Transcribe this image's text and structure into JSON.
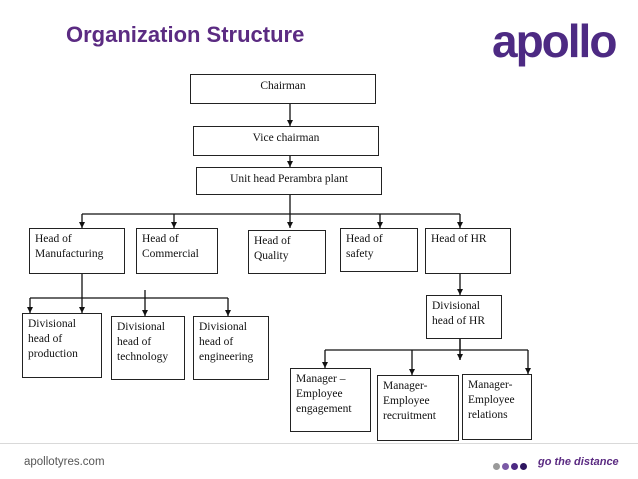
{
  "header": {
    "title": "Organization Structure",
    "logo_text": "apollo"
  },
  "org_chart": {
    "nodes": [
      {
        "id": "chairman",
        "text": "Chairman"
      },
      {
        "id": "vice_chairman",
        "text": "Vice chairman"
      },
      {
        "id": "unit_head",
        "text": "Unit head Perambra plant"
      },
      {
        "id": "head_manufacturing",
        "text": "Head of Manufacturing"
      },
      {
        "id": "head_commercial",
        "text": "Head of Commercial"
      },
      {
        "id": "head_quality",
        "text": "Head of Quality"
      },
      {
        "id": "head_safety",
        "text": "Head of safety"
      },
      {
        "id": "head_hr",
        "text": "Head of HR"
      },
      {
        "id": "div_production",
        "text": "Divisional head of production"
      },
      {
        "id": "div_technology",
        "text": "Divisional head of technology"
      },
      {
        "id": "div_engineering",
        "text": "Divisional head of engineering"
      },
      {
        "id": "div_hr",
        "text": "Divisional head of HR"
      },
      {
        "id": "mgr_engagement",
        "text": "Manager – Employee engagement"
      },
      {
        "id": "mgr_recruitment",
        "text": "Manager-Employee recruitment"
      },
      {
        "id": "mgr_relations",
        "text": "Manager-Employee relations"
      }
    ],
    "edges": [
      [
        "chairman",
        "vice_chairman"
      ],
      [
        "vice_chairman",
        "unit_head"
      ],
      [
        "unit_head",
        "head_manufacturing"
      ],
      [
        "unit_head",
        "head_commercial"
      ],
      [
        "unit_head",
        "head_quality"
      ],
      [
        "unit_head",
        "head_safety"
      ],
      [
        "unit_head",
        "head_hr"
      ],
      [
        "head_manufacturing",
        "div_production"
      ],
      [
        "head_manufacturing",
        "div_technology"
      ],
      [
        "head_manufacturing",
        "div_engineering"
      ],
      [
        "head_hr",
        "div_hr"
      ],
      [
        "div_hr",
        "mgr_engagement"
      ],
      [
        "div_hr",
        "mgr_recruitment"
      ],
      [
        "div_hr",
        "mgr_relations"
      ]
    ]
  },
  "footer": {
    "website": "apollotyres.com",
    "tagline": "go the distance",
    "dot_colors": [
      "#9a9a9a",
      "#7b5aa6",
      "#4d2a83",
      "#2e1660"
    ]
  },
  "colors": {
    "title": "#5b2b82",
    "logo": "#4d2a83"
  }
}
